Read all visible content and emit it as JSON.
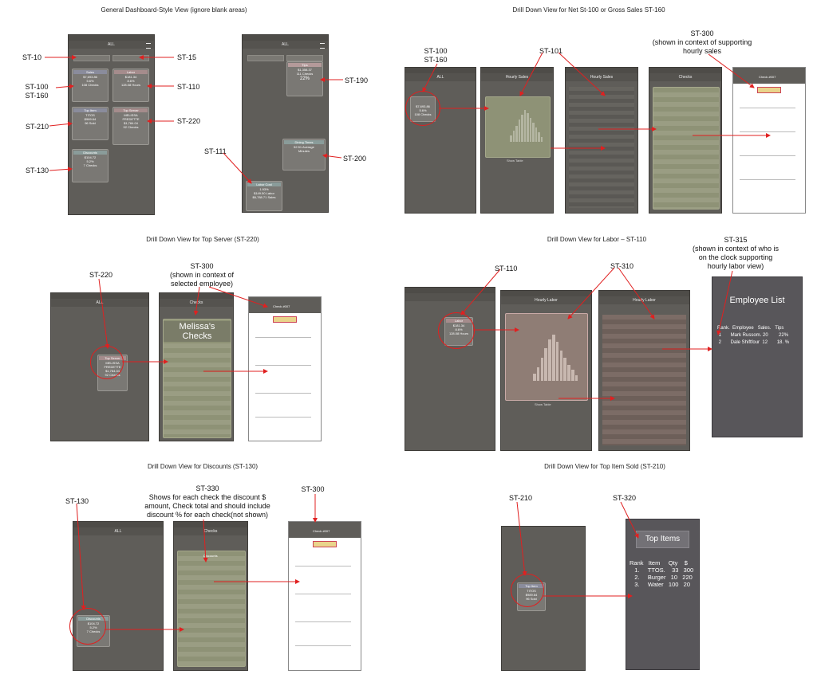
{
  "section_titles": {
    "general": "General Dashboard-Style View (ignore blank areas)",
    "net_gross": "Drill Down View for Net St-100 or Gross Sales ST-160",
    "top_server": "Drill Down View for Top Server (ST-220)",
    "labor": "Drill Down View for Labor – ST-110",
    "discounts": "Drill Down View for Discounts (ST-130)",
    "top_item": "Drill Down View for Top Item Sold (ST-210)"
  },
  "labels": {
    "st10": "ST-10",
    "st15": "ST-15",
    "st100": "ST-100",
    "st160": "ST-160",
    "st110": "ST-110",
    "st210": "ST-210",
    "st220": "ST-220",
    "st130": "ST-130",
    "st190": "ST-190",
    "st111": "ST-111",
    "st200": "ST-200",
    "st101": "ST-101",
    "st300": "ST-300",
    "st300_note_a": "(shown in context of supporting",
    "st300_note_b": "hourly sales",
    "st300_emp_a": "(shown in context of",
    "st300_emp_b": "selected employee)",
    "st310": "ST-310",
    "st315": "ST-315",
    "st315_note_a": "(shown in context of who is",
    "st315_note_b": "on the clock supporting",
    "st315_note_c": "hourly labor view)",
    "st330": "ST-330",
    "st330_note_a": "Shows for each check the discount $",
    "st330_note_b": "amount, Check total and should include",
    "st330_note_c": "discount % for each check(not shown)",
    "st320": "ST-320"
  },
  "dashboard": {
    "nav_title": "ALL",
    "sales": {
      "title": "Sales",
      "value": "$7,693.86",
      "pct": "5.6%",
      "checks": "108 Checks"
    },
    "labor": {
      "title": "Labor",
      "value": "$181.34",
      "pct": "8.6%",
      "hours": "128.08 Hours"
    },
    "top_item": {
      "title": "Top Item",
      "name": "TITOS",
      "value": "$989.64",
      "sold": "96 Sold"
    },
    "top_server": {
      "title": "Top Server",
      "name_a": "MELISSA",
      "name_b": "FREDETTE",
      "value": "$1,784.04",
      "checks": "92 Checks"
    },
    "discounts": {
      "title": "Discounts",
      "value": "$104.72",
      "pct": "5.2%",
      "checks": "7 Checks"
    },
    "tips": {
      "title": "Tips",
      "value": "$1,358.37",
      "checks": "111 Checks",
      "pct": "22%"
    },
    "dining_times": {
      "title": "Dining Times",
      "value_a": "52.51 Average",
      "value_b": "Minutes"
    },
    "labor_cost": {
      "title": "Labor Cost",
      "pct": "1.93%",
      "labor": "$149.50 Labor",
      "sales": "$6,788.71 Sales"
    }
  },
  "screens": {
    "hourly_sales": "Hourly Sales",
    "checks": "Checks",
    "check_title": "Check #007",
    "hourly_labor": "Hourly Labor",
    "show_table": "Show Table",
    "melissa_checks_a": "Melissa's",
    "melissa_checks_b": "Checks",
    "discounts": "Discounts"
  },
  "employee_list": {
    "title": "Employee List",
    "header": "Rank.  Employee   Sales.   Tips",
    "row1": " 1       Mark Russom. 20        22%",
    "row2": " 2       Dale Shiftfour  12       18. %"
  },
  "top_items": {
    "title": "Top Items",
    "header": "Rank   Item     Qty    $",
    "row1": "   1.     TTOS.    33   300",
    "row2": "   2.     Burger   10   220",
    "row3": "   3.     Water   100   20"
  }
}
